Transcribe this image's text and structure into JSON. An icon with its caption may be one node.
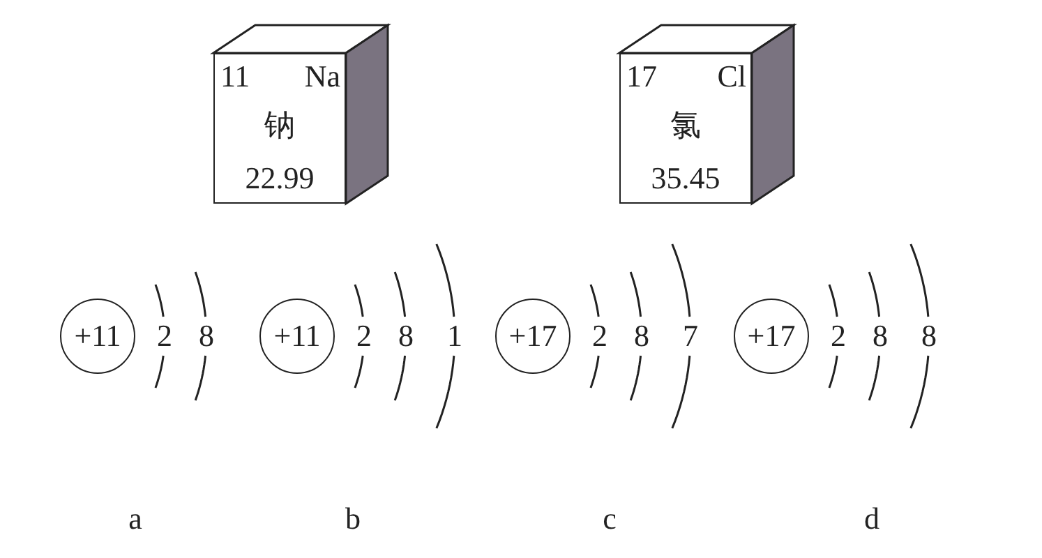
{
  "diagram": {
    "nodes": [
      {
        "text": [
          "11",
          "Na",
          "钠",
          "22.99"
        ]
      },
      {
        "text": [
          "17",
          "Cl",
          "氯",
          "35.45"
        ]
      },
      {
        "text": [
          "+11"
        ],
        "beside": [
          "2",
          "8"
        ]
      },
      {
        "text": [
          "+11"
        ],
        "beside": [
          "2",
          "8",
          "1"
        ]
      },
      {
        "text": [
          "+17"
        ],
        "beside": [
          "2",
          "8",
          "7"
        ]
      },
      {
        "text": [
          "+17"
        ],
        "beside": [
          "2",
          "8",
          "8"
        ]
      }
    ],
    "labels": [
      "a",
      "b",
      "c",
      "d"
    ]
  }
}
